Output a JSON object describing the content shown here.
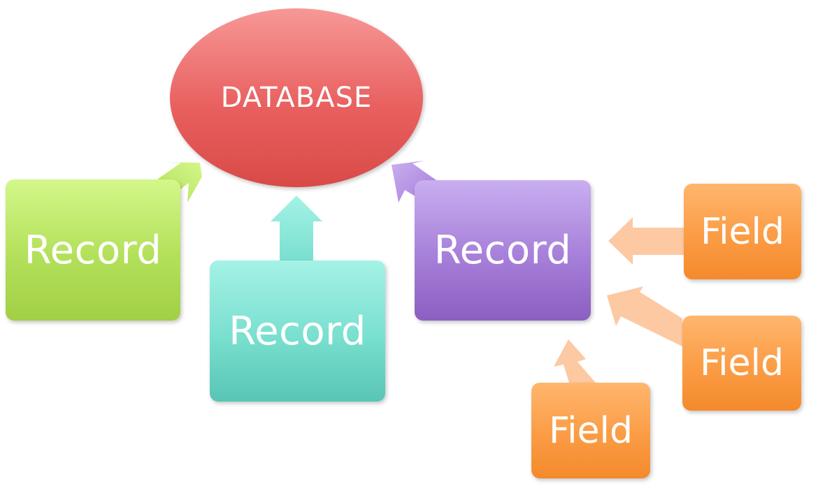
{
  "diagram": {
    "database_label": "DATABASE",
    "records": [
      {
        "label": "Record",
        "color": "#b3e05a"
      },
      {
        "label": "Record",
        "color": "#79dfcf"
      },
      {
        "label": "Record",
        "color": "#a67fd9"
      }
    ],
    "fields": [
      {
        "label": "Field",
        "color": "#fb9c45"
      },
      {
        "label": "Field",
        "color": "#fb9c45"
      },
      {
        "label": "Field",
        "color": "#fb9c45"
      }
    ],
    "colors": {
      "database": "#e8605f",
      "arrow_green": "#c5ef78",
      "arrow_teal": "#8ee8db",
      "arrow_purple": "#b99de6",
      "arrow_field": "#fcc9a2"
    }
  }
}
